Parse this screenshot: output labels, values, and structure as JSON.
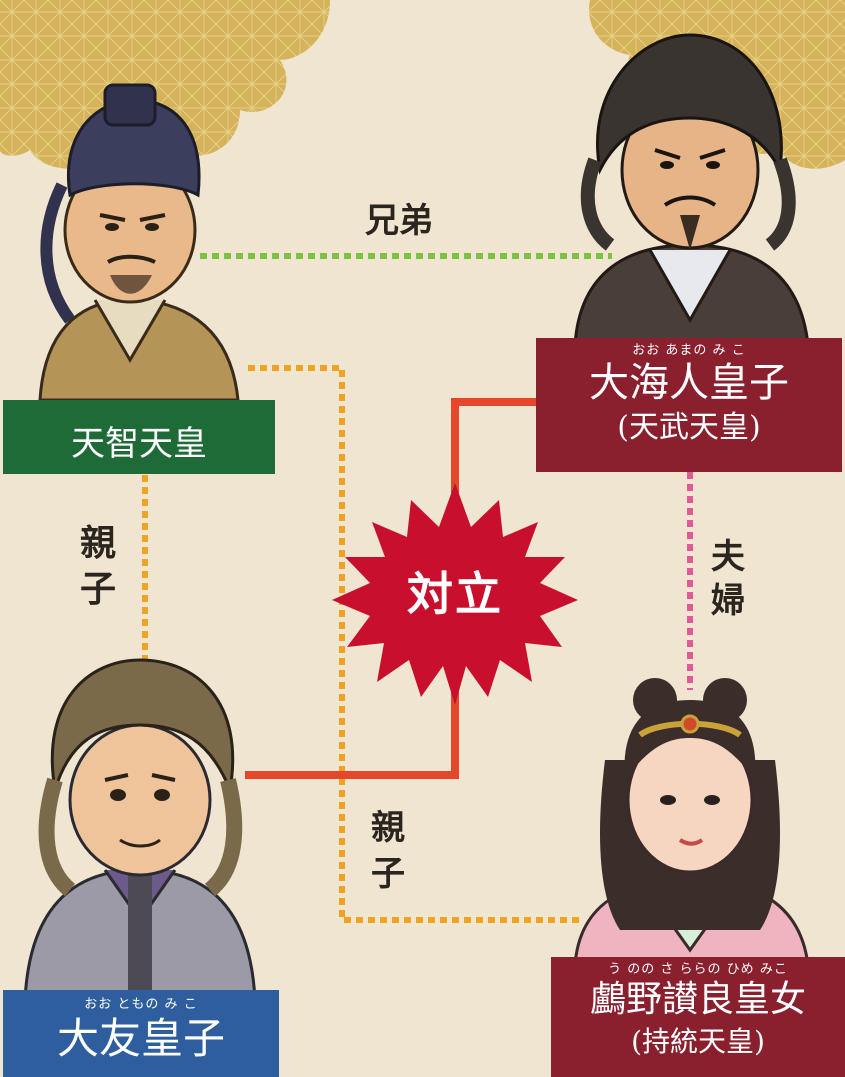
{
  "colors": {
    "background": "#efe5d0",
    "gold": "#c9a64b",
    "green_label": "#1f6b38",
    "maroon_label": "#8a1f2e",
    "blue_label": "#2f5e9e",
    "sibling_line": "#7fc243",
    "parent_line": "#f0a323",
    "spouse_line": "#e05a96",
    "conflict_line": "#e4472a",
    "burst": "#c8102e"
  },
  "people": {
    "tenji": {
      "name": "天智天皇"
    },
    "oama": {
      "ruby": "おお あまの み こ",
      "name": "大海人皇子",
      "sub": "(天武天皇)"
    },
    "otomo": {
      "ruby": "おお ともの み こ",
      "name": "大友皇子"
    },
    "uno": {
      "ruby": "う のの さ ららの ひめ みこ",
      "name": "鸕野讃良皇女",
      "sub": "(持統天皇)"
    }
  },
  "relations": {
    "siblings": "兄弟",
    "parent_child_left": "親子",
    "spouses": "夫婦",
    "parent_child_bottom": "親子",
    "conflict": "対立"
  }
}
